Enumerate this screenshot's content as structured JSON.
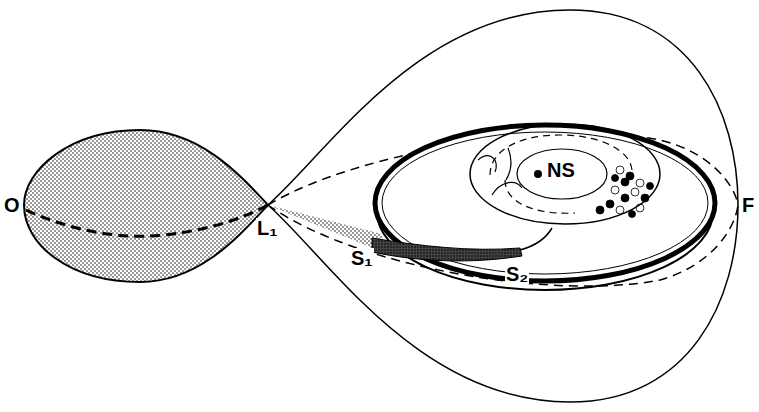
{
  "diagram": {
    "labels": [
      "O",
      "L₁",
      "S₁",
      "S₂",
      "NS",
      "F"
    ]
  }
}
